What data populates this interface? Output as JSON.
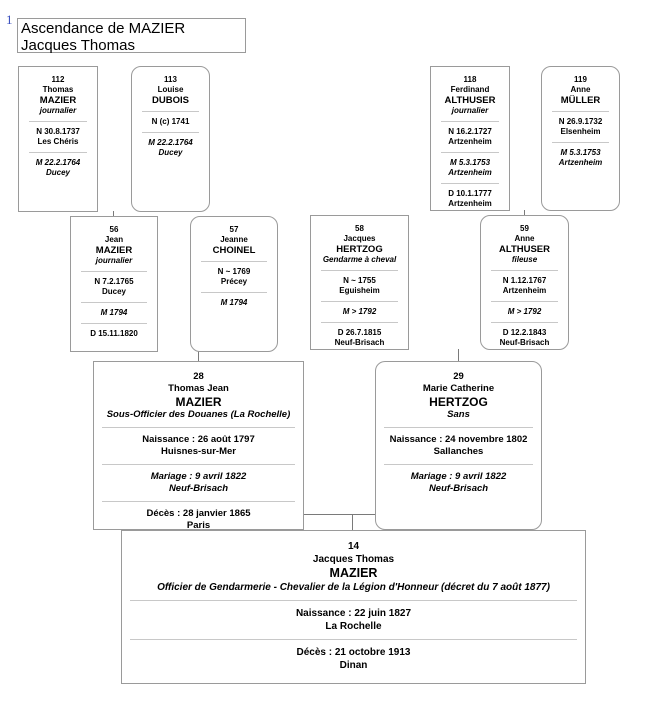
{
  "page_number": "1",
  "title": "Ascendance de MAZIER Jacques Thomas",
  "persons": {
    "p112": {
      "num": "112",
      "first": "Thomas",
      "last": "MAZIER",
      "occ": "journalier",
      "b1": "N 30.8.1737",
      "b2": "Les Chéris",
      "m1": "M 22.2.1764",
      "m2": "Ducey"
    },
    "p113": {
      "num": "113",
      "first": "Louise",
      "last": "DUBOIS",
      "b1": "N (c) 1741",
      "m1": "M 22.2.1764",
      "m2": "Ducey"
    },
    "p118": {
      "num": "118",
      "first": "Ferdinand",
      "last": "ALTHUSER",
      "occ": "journalier",
      "b1": "N 16.2.1727",
      "b2": "Artzenheim",
      "m1": "M 5.3.1753",
      "m2": "Artzenheim",
      "d1": "D 10.1.1777",
      "d2": "Artzenheim"
    },
    "p119": {
      "num": "119",
      "first": "Anne",
      "last": "MÜLLER",
      "b1": "N 26.9.1732",
      "b2": "Elsenheim",
      "m1": "M 5.3.1753",
      "m2": "Artzenheim"
    },
    "p56": {
      "num": "56",
      "first": "Jean",
      "last": "MAZIER",
      "occ": "journalier",
      "b1": "N 7.2.1765",
      "b2": "Ducey",
      "m1": "M 1794",
      "d1": "D 15.11.1820"
    },
    "p57": {
      "num": "57",
      "first": "Jeanne",
      "last": "CHOINEL",
      "b1": "N ~ 1769",
      "b2": "Précey",
      "m1": "M 1794"
    },
    "p58": {
      "num": "58",
      "first": "Jacques",
      "last": "HERTZOG",
      "occ": "Gendarme à cheval",
      "b1": "N ~ 1755",
      "b2": "Eguisheim",
      "m1": "M > 1792",
      "d1": "D 26.7.1815",
      "d2": "Neuf-Brisach"
    },
    "p59": {
      "num": "59",
      "first": "Anne",
      "last": "ALTHUSER",
      "occ": "fileuse",
      "b1": "N 1.12.1767",
      "b2": "Artzenheim",
      "m1": "M > 1792",
      "d1": "D 12.2.1843",
      "d2": "Neuf-Brisach"
    },
    "p28": {
      "num": "28",
      "first": "Thomas Jean",
      "last": "MAZIER",
      "occ": "Sous-Officier des Douanes (La Rochelle)",
      "b1": "Naissance : 26 août 1797",
      "b2": "Huisnes-sur-Mer",
      "m1": "Mariage : 9 avril 1822",
      "m2": "Neuf-Brisach",
      "d1": "Décès : 28 janvier 1865",
      "d2": "Paris"
    },
    "p29": {
      "num": "29",
      "first": "Marie Catherine",
      "last": "HERTZOG",
      "occ": "Sans",
      "b1": "Naissance : 24 novembre 1802",
      "b2": "Sallanches",
      "m1": "Mariage : 9 avril 1822",
      "m2": "Neuf-Brisach"
    },
    "p14": {
      "num": "14",
      "first": "Jacques Thomas",
      "last": "MAZIER",
      "occ": "Officier de Gendarmerie - Chevalier de la Légion d'Honneur (décret du 7 août 1877)",
      "b1": "Naissance : 22 juin 1827",
      "b2": "La Rochelle",
      "d1": "Décès : 21 octobre 1913",
      "d2": "Dinan"
    }
  }
}
